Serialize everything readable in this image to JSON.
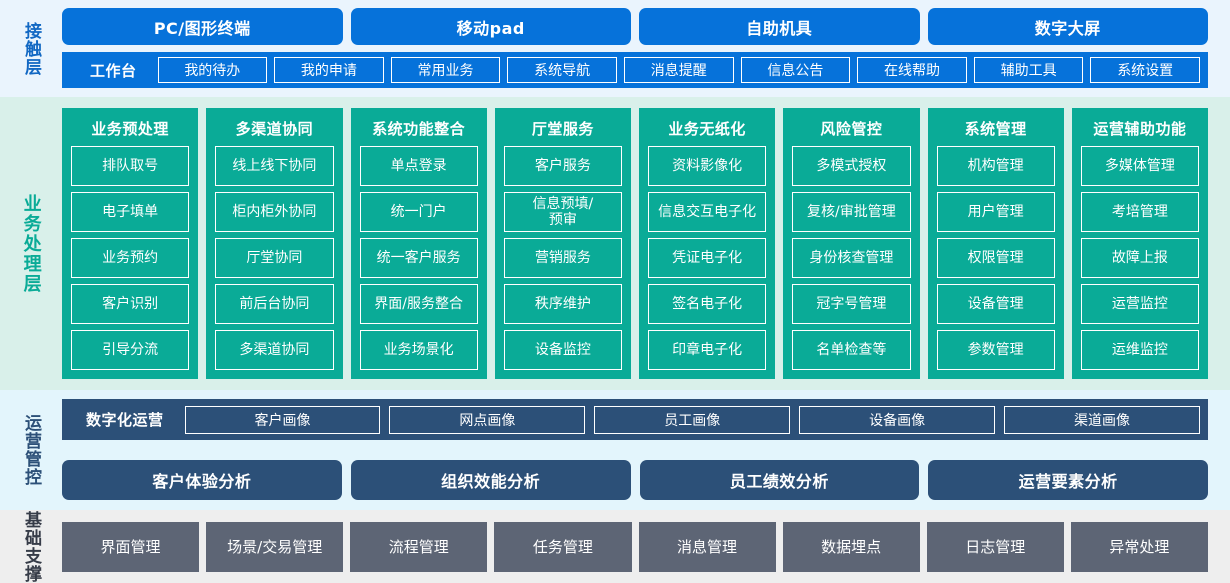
{
  "layers": {
    "contact": {
      "label": "接触层",
      "channels": [
        "PC/图形终端",
        "移动pad",
        "自助机具",
        "数字大屏"
      ],
      "workbench_title": "工作台",
      "workbench_items": [
        "我的待办",
        "我的申请",
        "常用业务",
        "系统导航",
        "消息提醒",
        "信息公告",
        "在线帮助",
        "辅助工具",
        "系统设置"
      ]
    },
    "business": {
      "label": "业务处理层",
      "columns": [
        {
          "title": "业务预处理",
          "items": [
            "排队取号",
            "电子填单",
            "业务预约",
            "客户识别",
            "引导分流"
          ]
        },
        {
          "title": "多渠道协同",
          "items": [
            "线上线下协同",
            "柜内柜外协同",
            "厅堂协同",
            "前后台协同",
            "多渠道协同"
          ]
        },
        {
          "title": "系统功能整合",
          "items": [
            "单点登录",
            "统一门户",
            "统一客户服务",
            "界面/服务整合",
            "业务场景化"
          ]
        },
        {
          "title": "厅堂服务",
          "items": [
            "客户服务",
            "信息预填/\n预审",
            "营销服务",
            "秩序维护",
            "设备监控"
          ]
        },
        {
          "title": "业务无纸化",
          "items": [
            "资料影像化",
            "信息交互电子化",
            "凭证电子化",
            "签名电子化",
            "印章电子化"
          ]
        },
        {
          "title": "风险管控",
          "items": [
            "多模式授权",
            "复核/审批管理",
            "身份核查管理",
            "冠字号管理",
            "名单检查等"
          ]
        },
        {
          "title": "系统管理",
          "items": [
            "机构管理",
            "用户管理",
            "权限管理",
            "设备管理",
            "参数管理"
          ]
        },
        {
          "title": "运营辅助功能",
          "items": [
            "多媒体管理",
            "考培管理",
            "故障上报",
            "运营监控",
            "运维监控"
          ]
        }
      ]
    },
    "operations": {
      "label": "运营管控",
      "portrait_title": "数字化运营",
      "portrait_items": [
        "客户画像",
        "网点画像",
        "员工画像",
        "设备画像",
        "渠道画像"
      ],
      "analysis_items": [
        "客户体验分析",
        "组织效能分析",
        "员工绩效分析",
        "运营要素分析"
      ]
    },
    "base": {
      "label": "基础支撑",
      "items": [
        "界面管理",
        "场景/交易管理",
        "流程管理",
        "任务管理",
        "消息管理",
        "数据埋点",
        "日志管理",
        "异常处理"
      ]
    }
  },
  "colors": {
    "contact_blue": "#0672da",
    "business_green": "#0aab97",
    "ops_dark_blue": "#2c5078",
    "base_gray": "#5d6575",
    "contact_bg": "#eaf4fd",
    "business_bg": "#d9f0ea",
    "ops_bg": "#e3f5fc",
    "base_bg": "#eeeeee"
  }
}
